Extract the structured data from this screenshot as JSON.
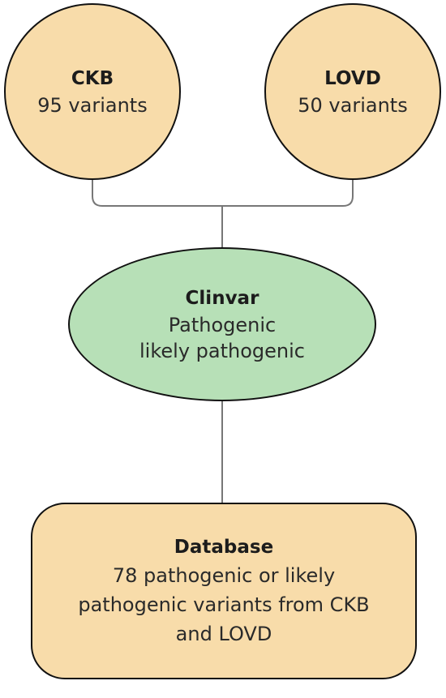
{
  "nodes": {
    "ckb": {
      "title": "CKB",
      "subtitle": "95 variants"
    },
    "lovd": {
      "title": "LOVD",
      "subtitle": "50 variants"
    },
    "clinvar": {
      "title": "Clinvar",
      "lines": [
        "Pathogenic",
        "likely pathogenic"
      ]
    },
    "database": {
      "title": "Database",
      "lines": [
        "78 pathogenic or likely",
        "pathogenic variants from CKB",
        "and LOVD"
      ]
    }
  },
  "colors": {
    "source_fill": "#f8dcaa",
    "filter_fill": "#b7e0b7",
    "database_fill": "#f8dcaa",
    "border": "#111111",
    "connector": "#777777"
  }
}
